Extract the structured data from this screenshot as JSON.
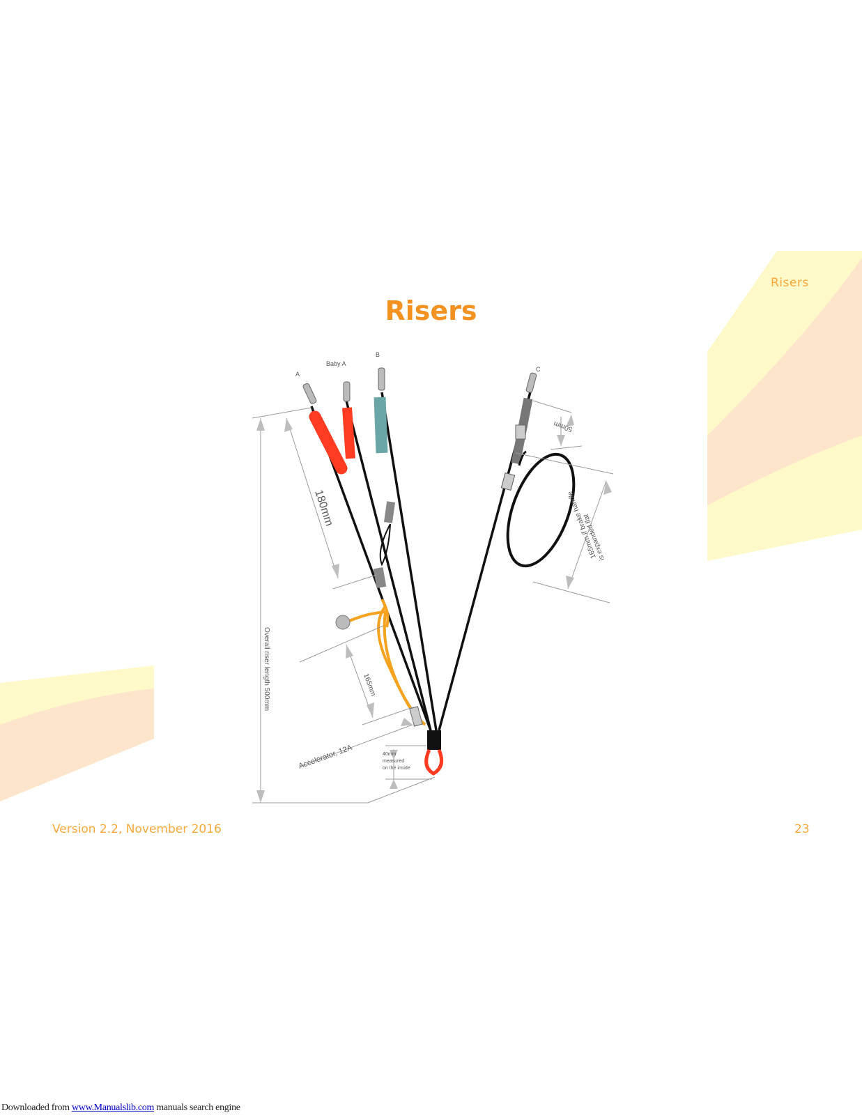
{
  "header": {
    "section": "Risers"
  },
  "page": {
    "title": "Risers"
  },
  "figure": {
    "line_labels": {
      "a": "A",
      "baby_a": "Baby A",
      "b": "B",
      "c": "C"
    },
    "dimensions": {
      "d180": "180mm",
      "d50": "50mm",
      "brake_line1": "165mm if brake handle",
      "brake_line2": "is expanded flat",
      "d165": "165mm",
      "overall": "Overall riser length 500mm",
      "accel": "Accelerator, 12A",
      "loop_line1": "40mm",
      "loop_line2": "measured",
      "loop_line3": "on the inside"
    }
  },
  "footer": {
    "version": "Version 2.2, November 2016",
    "page_number": "23"
  },
  "download": {
    "prefix": "Downloaded from ",
    "link": "www.Manualslib.com",
    "suffix": " manuals search engine"
  },
  "colors": {
    "accent": "#f39221",
    "deco_yellow": "#fff8c8",
    "deco_peach": "#fde5cc",
    "riser_red": "#ff3b22",
    "riser_teal": "#6aa6a8",
    "accel_orange": "#f5a21e"
  }
}
